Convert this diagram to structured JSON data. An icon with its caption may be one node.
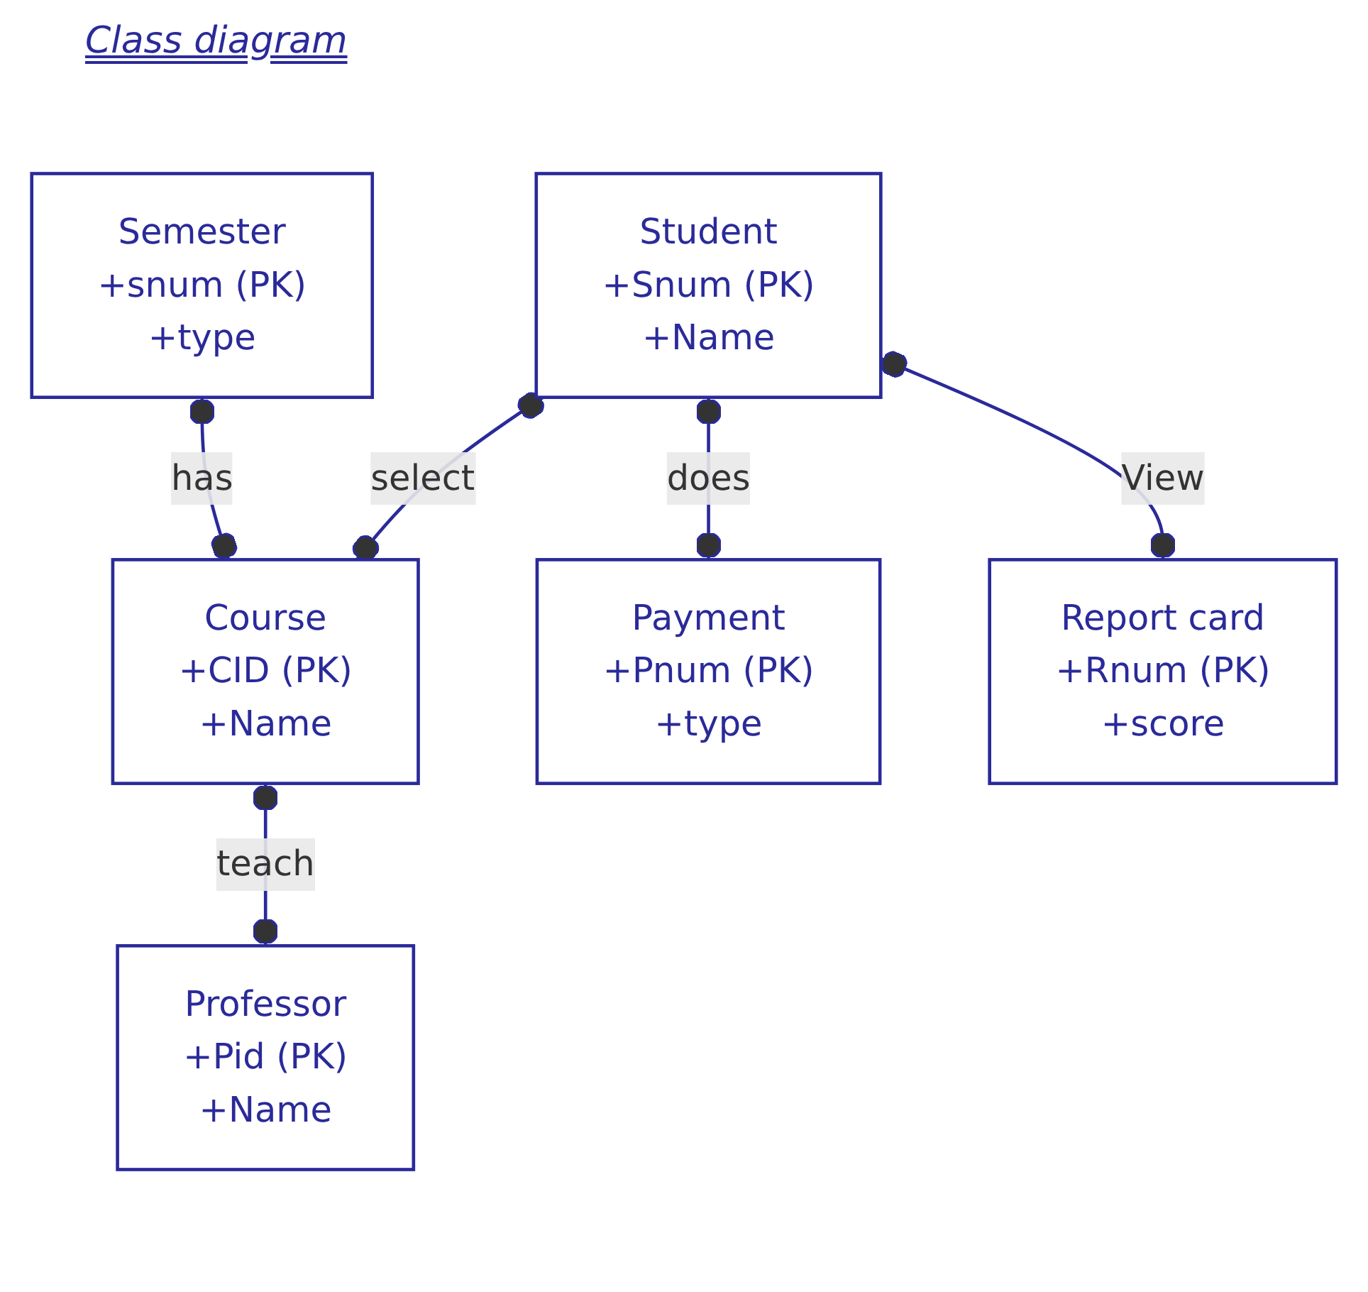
{
  "diagram": {
    "title": "Class diagram",
    "nodes": [
      {
        "text": [
          "Course",
          "+CID (PK)",
          "+Name"
        ]
      },
      {
        "text": [
          "Professor",
          "+Pid (PK)",
          "+Name"
        ]
      },
      {
        "text": [
          "Semester",
          "+snum (PK)",
          "+type"
        ]
      },
      {
        "text": [
          "Student",
          "+Snum (PK)",
          "+Name"
        ]
      },
      {
        "text": [
          "Payment",
          "+Pnum (PK)",
          "+type"
        ]
      },
      {
        "text": [
          "Report card",
          "+Rnum (PK)",
          "+score"
        ]
      }
    ],
    "edges": [
      {
        "from": 0,
        "to": 1,
        "arrow": "other",
        "label": "teach"
      },
      {
        "from": 3,
        "to": 0,
        "arrow": "other",
        "label": "select"
      },
      {
        "from": 2,
        "to": 0,
        "arrow": "other",
        "label": "has"
      },
      {
        "from": 3,
        "to": 4,
        "arrow": "other",
        "label": "does"
      },
      {
        "from": 3,
        "to": 5,
        "arrow": "other",
        "label": "View"
      }
    ]
  }
}
